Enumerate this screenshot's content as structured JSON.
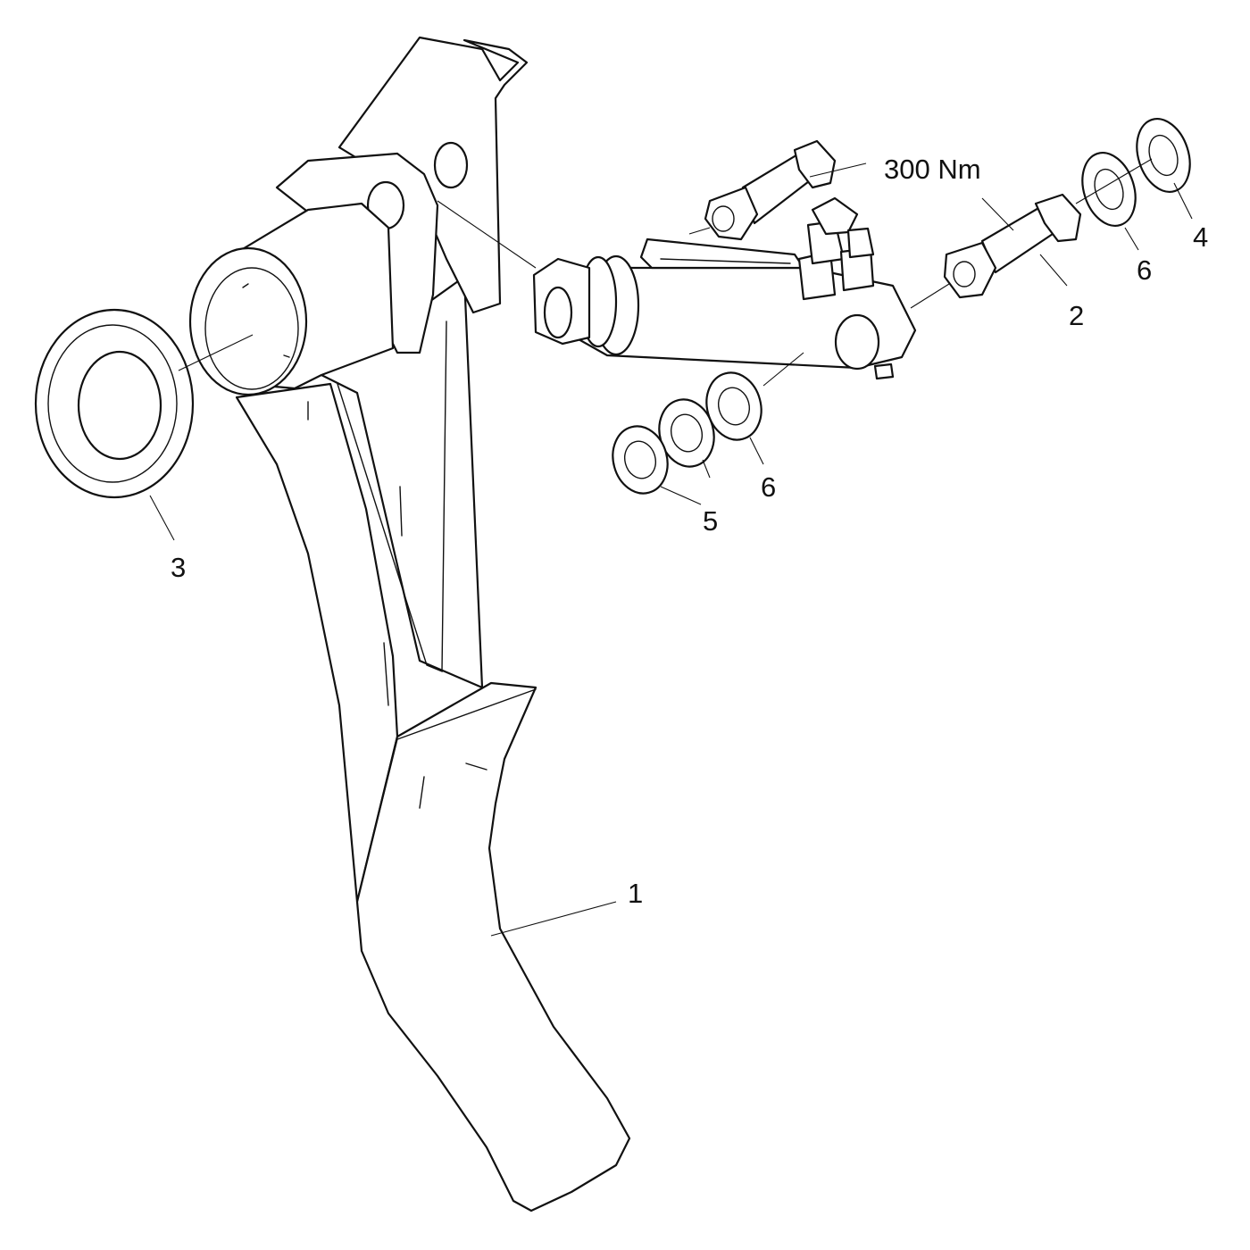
{
  "callouts": {
    "pedal": "1",
    "bolt": "2",
    "bushing": "3",
    "washer_right": "4",
    "shim_small": "5",
    "washer_mid": "6",
    "washer_lower": "6",
    "torque": "300 Nm"
  },
  "colors": {
    "line": "#111111",
    "background": "#ffffff"
  }
}
